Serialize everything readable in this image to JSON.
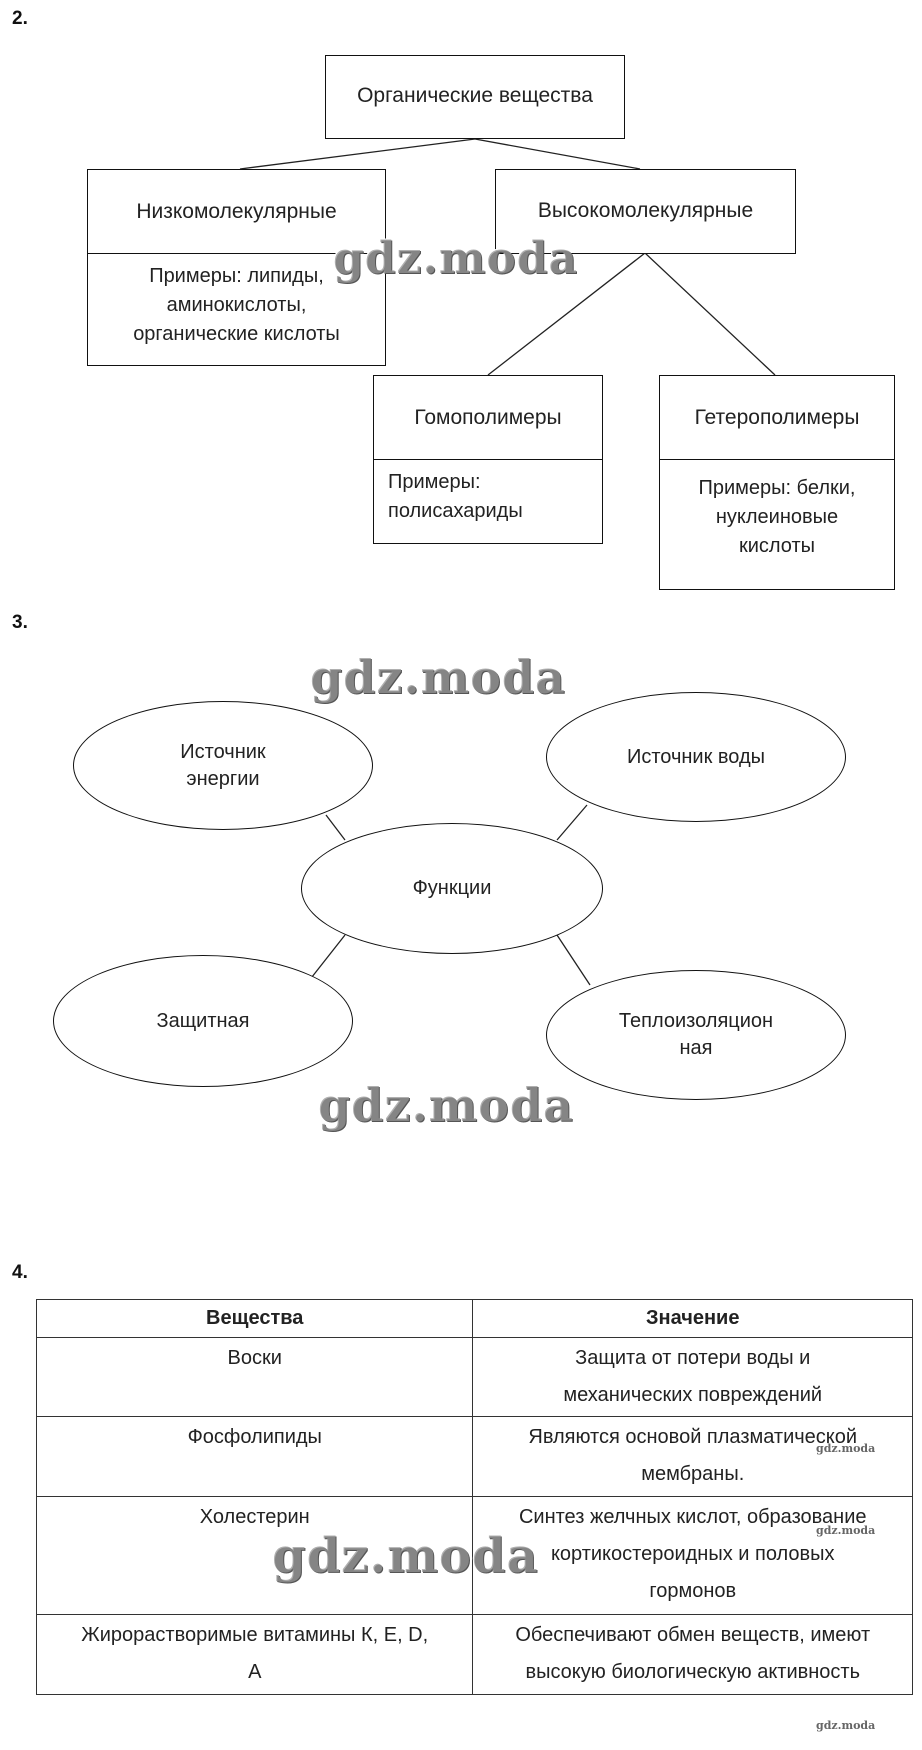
{
  "sections": {
    "s2": "2.",
    "s3": "3.",
    "s4": "4."
  },
  "diagram2": {
    "root": "Органические вещества",
    "low": {
      "title": "Низкомолекулярные",
      "examples": "Примеры: липиды,\nаминокислоты,\nорганические кислоты"
    },
    "high": {
      "title": "Высокомолекулярные"
    },
    "homo": {
      "title": "Гомополимеры",
      "examples": "Примеры:\nполисахариды"
    },
    "hetero": {
      "title": "Гетерополимеры",
      "examples": "Примеры: белки,\nнуклеиновые\nкислоты"
    }
  },
  "diagram3": {
    "center": "Функции",
    "top_left": "Источник\nэнергии",
    "top_right": "Источник воды",
    "bottom_left": "Защитная",
    "bottom_right": "Теплоизоляцион\nная"
  },
  "table4": {
    "headers": [
      "Вещества",
      "Значение"
    ],
    "rows": [
      [
        "Воски",
        "Защита от потери воды и\nмеханических повреждений"
      ],
      [
        "Фосфолипиды",
        "Являются основой плазматической\nмембраны."
      ],
      [
        "Холестерин",
        "Синтез желчных кислот, образование\nкортикостероидных и половых\nгормонов"
      ],
      [
        "Жирорастворимые витамины К, Е, D,\nА",
        "Обеспечивают обмен веществ, имеют\nвысокую биологическую активность"
      ]
    ]
  },
  "watermark": "gdz.moda"
}
